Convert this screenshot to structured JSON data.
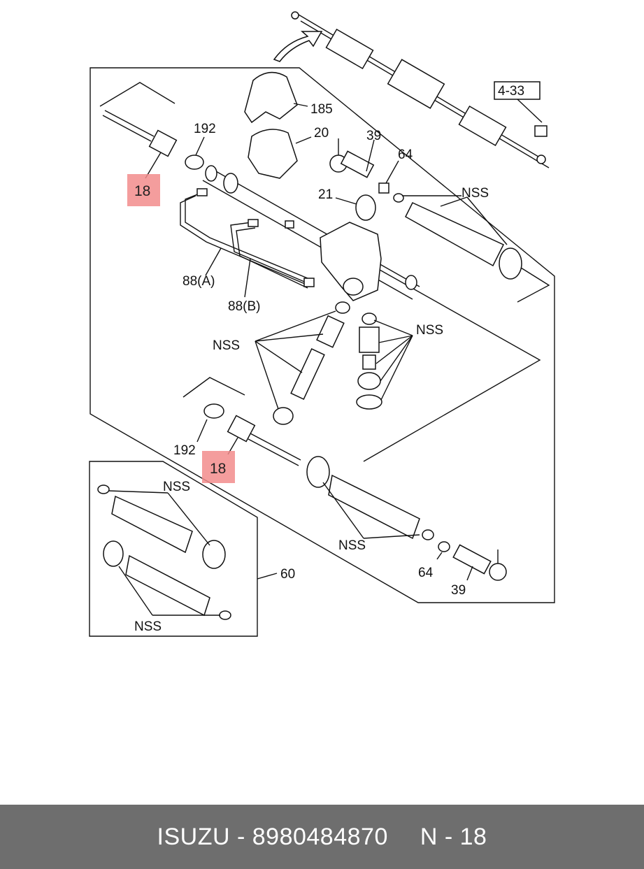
{
  "callouts": {
    "c185": "185",
    "c20": "20",
    "c39a": "39",
    "c64a": "64",
    "c21": "21",
    "c192a": "192",
    "c18a": "18",
    "c88a": "88(A)",
    "c88b": "88(B)",
    "c433": "4-33",
    "nss1": "NSS",
    "nss2": "NSS",
    "nss3": "NSS",
    "c192b": "192",
    "c18b": "18",
    "nss4": "NSS",
    "c64b": "64",
    "c39b": "39",
    "nss5": "NSS",
    "nss6": "NSS",
    "c60": "60"
  },
  "footer": {
    "brand_part": "ISUZU - 8980484870",
    "ref": "N - 18"
  },
  "colors": {
    "highlight": "#f28c8c",
    "footer_bg": "#6e6e6e"
  }
}
